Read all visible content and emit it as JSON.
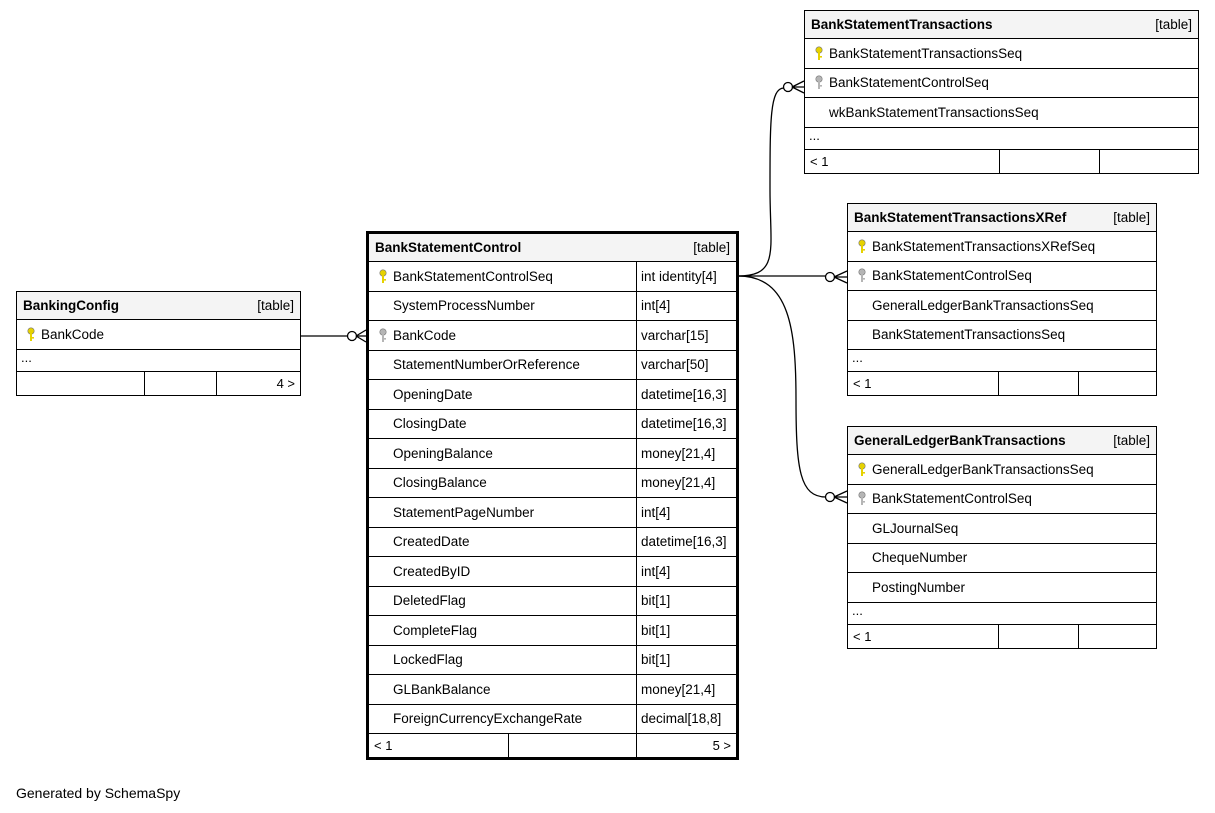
{
  "footer_note": "Generated by SchemaSpy",
  "table_tag": "[table]",
  "more_marker": "...",
  "tables": {
    "bankingconfig": {
      "name": "BankingConfig",
      "columns": [
        {
          "name": "BankCode",
          "key": "primary"
        }
      ],
      "footer": [
        "",
        "",
        "4 >"
      ]
    },
    "bsc": {
      "name": "BankStatementControl",
      "columns": [
        {
          "name": "BankStatementControlSeq",
          "type": "int identity[4]",
          "key": "primary"
        },
        {
          "name": "SystemProcessNumber",
          "type": "int[4]",
          "key": ""
        },
        {
          "name": "BankCode",
          "type": "varchar[15]",
          "key": "foreign"
        },
        {
          "name": "StatementNumberOrReference",
          "type": "varchar[50]",
          "key": ""
        },
        {
          "name": "OpeningDate",
          "type": "datetime[16,3]",
          "key": ""
        },
        {
          "name": "ClosingDate",
          "type": "datetime[16,3]",
          "key": ""
        },
        {
          "name": "OpeningBalance",
          "type": "money[21,4]",
          "key": ""
        },
        {
          "name": "ClosingBalance",
          "type": "money[21,4]",
          "key": ""
        },
        {
          "name": "StatementPageNumber",
          "type": "int[4]",
          "key": ""
        },
        {
          "name": "CreatedDate",
          "type": "datetime[16,3]",
          "key": ""
        },
        {
          "name": "CreatedByID",
          "type": "int[4]",
          "key": ""
        },
        {
          "name": "DeletedFlag",
          "type": "bit[1]",
          "key": ""
        },
        {
          "name": "CompleteFlag",
          "type": "bit[1]",
          "key": ""
        },
        {
          "name": "LockedFlag",
          "type": "bit[1]",
          "key": ""
        },
        {
          "name": "GLBankBalance",
          "type": "money[21,4]",
          "key": ""
        },
        {
          "name": "ForeignCurrencyExchangeRate",
          "type": "decimal[18,8]",
          "key": ""
        }
      ],
      "footer": [
        "< 1",
        "",
        "5 >"
      ]
    },
    "bst": {
      "name": "BankStatementTransactions",
      "columns": [
        {
          "name": "BankStatementTransactionsSeq",
          "key": "primary"
        },
        {
          "name": "BankStatementControlSeq",
          "key": "foreign"
        },
        {
          "name": "wkBankStatementTransactionsSeq",
          "key": ""
        }
      ],
      "footer": [
        "< 1",
        "",
        ""
      ]
    },
    "bstx": {
      "name": "BankStatementTransactionsXRef",
      "columns": [
        {
          "name": "BankStatementTransactionsXRefSeq",
          "key": "primary"
        },
        {
          "name": "BankStatementControlSeq",
          "key": "foreign"
        },
        {
          "name": "GeneralLedgerBankTransactionsSeq",
          "key": ""
        },
        {
          "name": "BankStatementTransactionsSeq",
          "key": ""
        }
      ],
      "footer": [
        "< 1",
        "",
        ""
      ]
    },
    "glbt": {
      "name": "GeneralLedgerBankTransactions",
      "columns": [
        {
          "name": "GeneralLedgerBankTransactionsSeq",
          "key": "primary"
        },
        {
          "name": "BankStatementControlSeq",
          "key": "foreign"
        },
        {
          "name": "GLJournalSeq",
          "key": ""
        },
        {
          "name": "ChequeNumber",
          "key": ""
        },
        {
          "name": "PostingNumber",
          "key": ""
        }
      ],
      "footer": [
        "< 1",
        "",
        ""
      ]
    }
  },
  "colors": {
    "primary_key": "#e6d200",
    "foreign_key": "#b5b5b5",
    "line": "#000000"
  }
}
